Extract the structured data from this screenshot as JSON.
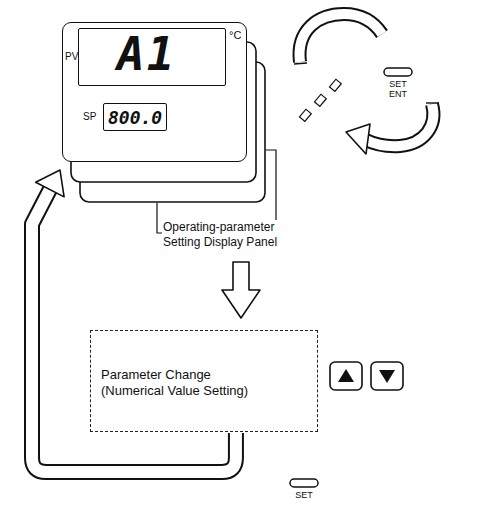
{
  "diagram": {
    "nodes": [
      {
        "text": [
          "PV",
          "A1",
          "°C",
          "SP"
        ]
      },
      {
        "text": [
          "800.0"
        ],
        "in": 0
      },
      {
        "text": [
          "SET ENT"
        ]
      },
      {
        "text": [
          "Parameter Change (Numerical Value Setting)"
        ]
      },
      {
        "text": [
          "SET"
        ]
      }
    ],
    "edges": [
      {
        "from": 3,
        "to": 0,
        "arrow": "to"
      }
    ],
    "labels": [
      "Operating-parameter Setting Display Panel"
    ]
  }
}
